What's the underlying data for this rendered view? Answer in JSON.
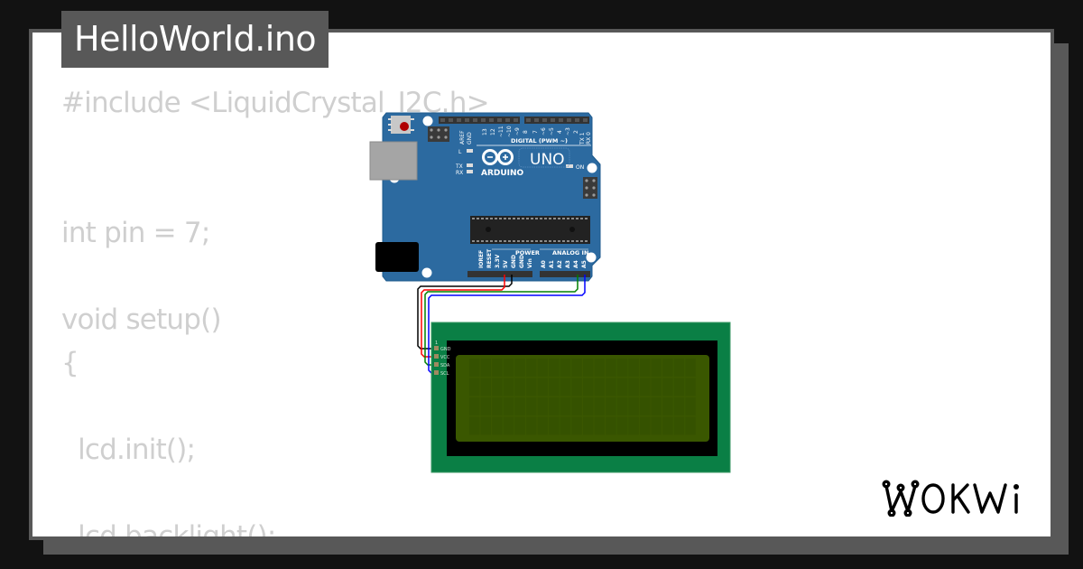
{
  "file_tab": {
    "name": "HelloWorld.ino"
  },
  "code": {
    "lines": [
      "#include <LiquidCrystal_I2C.h>",
      "",
      "",
      "int pin = 7;",
      "",
      "void setup()",
      "{",
      "",
      "  lcd.init();",
      "",
      "  lcd.backlight();"
    ]
  },
  "diagram": {
    "arduino": {
      "model": "UNO",
      "brand": "ARDUINO",
      "digital_header_label": "DIGITAL (PWM ~)",
      "digital_pins": [
        "AREF",
        "GND",
        "13",
        "12",
        "~11",
        "~10",
        "~9",
        "8",
        "7",
        "~6",
        "~5",
        "4",
        "~3",
        "2",
        "TX 1",
        "RX 0"
      ],
      "power_header_label": "POWER",
      "power_pins": [
        "IOREF",
        "RESET",
        "3.3V",
        "5V",
        "GND",
        "GND",
        "Vin"
      ],
      "analog_header_label": "ANALOG IN",
      "analog_pins": [
        "A0",
        "A1",
        "A2",
        "A3",
        "A4",
        "A5"
      ],
      "leds": [
        "L",
        "TX",
        "RX",
        "ON"
      ],
      "colors": {
        "board": "#2c6aa0",
        "board_edge": "#1e5a8c",
        "header": "#333333",
        "usb": "#a5a5a5",
        "jack": "#000000",
        "reset_button": "#b00000"
      }
    },
    "lcd": {
      "type": "LCD2004 I2C",
      "pins": [
        "GND",
        "VCC",
        "SDA",
        "SCL"
      ],
      "pin1_label": "1",
      "rows": 4,
      "cols": 20,
      "colors": {
        "pcb": "#0a7f45",
        "bezel": "#000000",
        "screen": "#3a5700",
        "cell": "#355200"
      }
    },
    "wires": [
      {
        "from": "arduino.GND",
        "to": "lcd.GND",
        "color": "#000000"
      },
      {
        "from": "arduino.5V",
        "to": "lcd.VCC",
        "color": "#ff0000"
      },
      {
        "from": "arduino.A4",
        "to": "lcd.SDA",
        "color": "#008000"
      },
      {
        "from": "arduino.A5",
        "to": "lcd.SCL",
        "color": "#0000ff"
      }
    ]
  },
  "branding": {
    "logo_text": "WOKWI"
  },
  "colors": {
    "background": "#121212",
    "panel": "#ffffff",
    "frame": "#585858",
    "code_text": "#cfcfcf"
  }
}
